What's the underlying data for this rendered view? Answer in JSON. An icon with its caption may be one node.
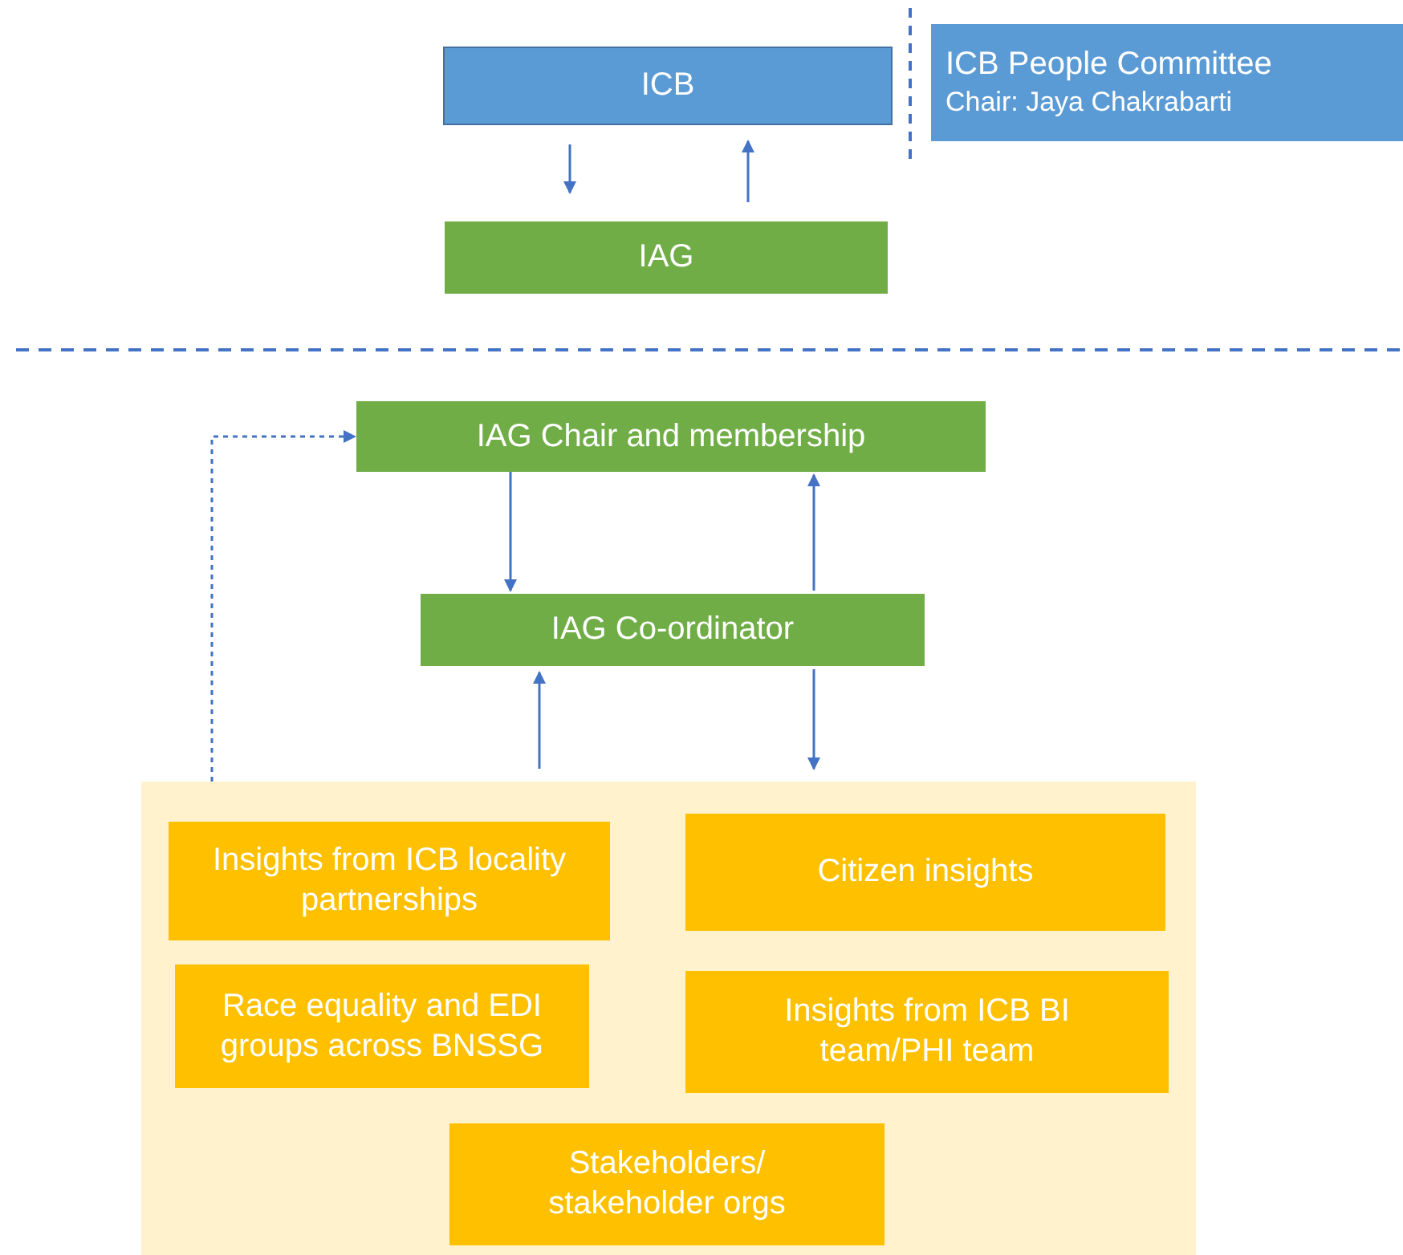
{
  "diagram": {
    "nodes": [
      {
        "text": [
          "ICB"
        ]
      },
      {
        "text": [
          "ICB People Committee",
          "Chair: Jaya Chakrabarti"
        ]
      },
      {
        "text": [
          "IAG"
        ]
      },
      {
        "text": [
          "IAG Chair and membership"
        ]
      },
      {
        "text": [
          "IAG Co-ordinator"
        ]
      },
      {
        "text": [],
        "shape": "box"
      },
      {
        "text": [
          "Insights from ICB locality partnerships"
        ],
        "in": 5
      },
      {
        "text": [
          "Citizen insights"
        ],
        "in": 5
      },
      {
        "text": [
          "Race equality and EDI groups across BNSSG"
        ],
        "in": 5
      },
      {
        "text": [
          "Insights from ICB BI team/PHI team"
        ],
        "in": 5
      },
      {
        "text": [
          "Stakeholders/ stakeholder orgs"
        ],
        "in": 5
      }
    ],
    "edges": [
      {
        "from": 0,
        "to": 2,
        "arrow": "to"
      },
      {
        "from": 2,
        "to": 0,
        "arrow": "to"
      },
      {
        "from": 3,
        "to": 4,
        "arrow": "to"
      },
      {
        "from": 4,
        "to": 3,
        "arrow": "to"
      },
      {
        "from": 5,
        "to": 4,
        "arrow": "to"
      },
      {
        "from": 4,
        "to": 5,
        "arrow": "to"
      },
      {
        "from": 5,
        "to": 3,
        "arrow": "to",
        "style": "dashed"
      }
    ]
  }
}
